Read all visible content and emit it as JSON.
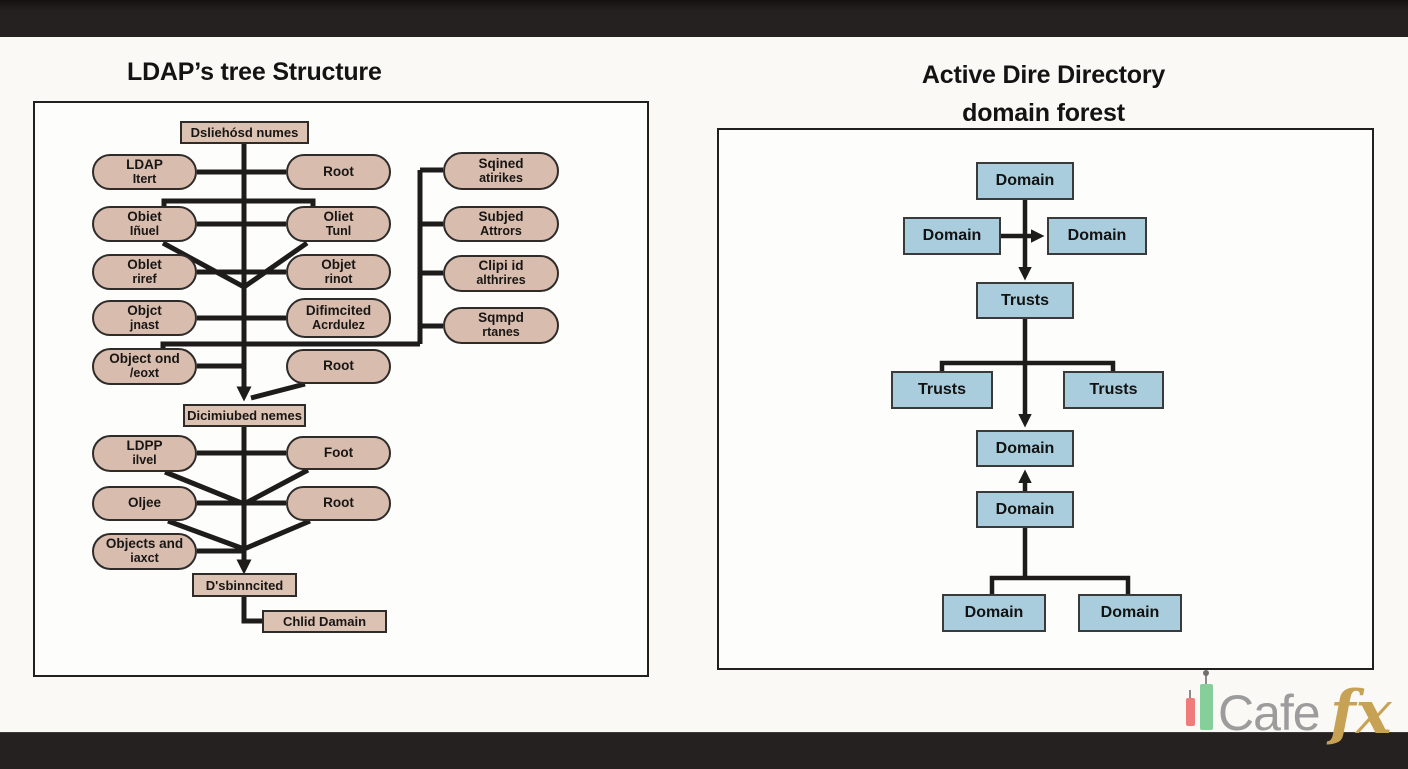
{
  "left_panel": {
    "title": "LDAP’s tree Structure",
    "nodes": {
      "rect1": {
        "line1": "Dsliehósd numes"
      },
      "l1": {
        "line1": "LDAP",
        "line2": "Itert"
      },
      "m1": {
        "line1": "Root"
      },
      "r1": {
        "line1": "Sqined",
        "line2": "atirikes"
      },
      "l2": {
        "line1": "Obiet",
        "line2": "Iñuel"
      },
      "m2": {
        "line1": "Oliet",
        "line2": "Tunl"
      },
      "r2": {
        "line1": "Subjed",
        "line2": "Attrors"
      },
      "l3": {
        "line1": "Oblet",
        "line2": "riref"
      },
      "m3": {
        "line1": "Objet",
        "line2": "rinot"
      },
      "r3": {
        "line1": "Clipi id",
        "line2": "althrires"
      },
      "l4": {
        "line1": "Objct",
        "line2": "jnast"
      },
      "m4": {
        "line1": "Difimcited",
        "line2": "Acrdulez"
      },
      "r4": {
        "line1": "Sqmpd",
        "line2": "rtanes"
      },
      "l5": {
        "line1": "Object ond",
        "line2": "/eoxt"
      },
      "m5": {
        "line1": "Root"
      },
      "rect2": {
        "line1": "Dicimiubed nemes"
      },
      "l6": {
        "line1": "LDPP",
        "line2": "ilvel"
      },
      "m6": {
        "line1": "Foot"
      },
      "l7": {
        "line1": "Oljee"
      },
      "m7": {
        "line1": "Root"
      },
      "l8": {
        "line1": "Objects and",
        "line2": "iaxct"
      },
      "rect3": {
        "line1": "D'sbinncited"
      },
      "rect4": {
        "line1": "Chlid Damain"
      }
    }
  },
  "right_panel": {
    "title_line1": "Active Dire Directory",
    "title_line2": "domain forest",
    "nodes": {
      "d1": "Domain",
      "d2": "Domain",
      "d3": "Domain",
      "t1": "Trusts",
      "t2": "Trusts",
      "t3": "Trusts",
      "d4": "Domain",
      "d5": "Domain",
      "d6": "Domain",
      "d7": "Domain"
    }
  },
  "watermark": {
    "brand": "Cafe",
    "suffix": "fx"
  },
  "colors": {
    "pill_fill": "#d8bcae",
    "blue_fill": "#a9cddd",
    "line": "#1d1c1b",
    "bar": "#242120",
    "brand_gray": "#9c9c9c",
    "brand_gold": "#c8a254"
  }
}
